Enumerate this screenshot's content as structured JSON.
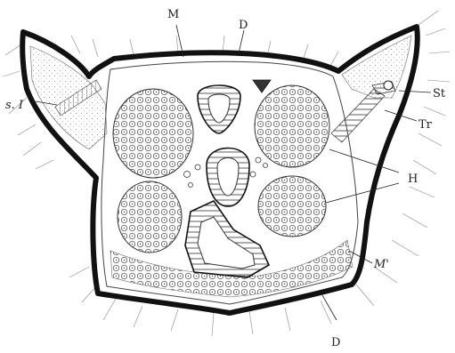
{
  "labels": {
    "M": "M",
    "D_top": "D",
    "sI": "s. I",
    "St": "St",
    "Tr": "Tr",
    "H": "H",
    "M_prime": "M'",
    "D_bottom": "D"
  },
  "colors": {
    "ink": "#111111",
    "paper": "#ffffff",
    "stipple": "#555555"
  }
}
